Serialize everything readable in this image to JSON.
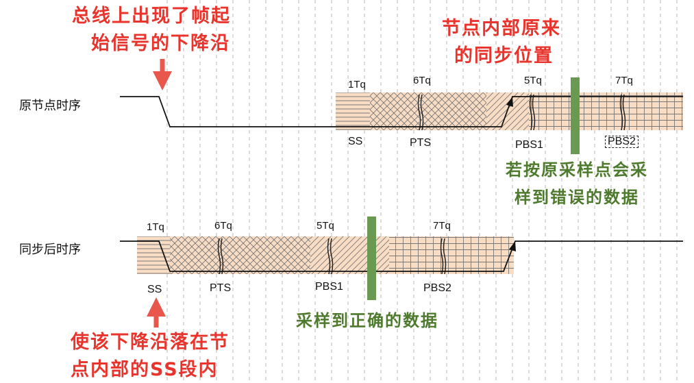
{
  "annotations": {
    "bus_frame_start_line1": "总线上出现了帧起",
    "bus_frame_start_line2": "始信号的下降沿",
    "original_sync_line1": "节点内部原来",
    "original_sync_line2": "的同步位置",
    "wrong_sample_line1": "若按原采样点会采",
    "wrong_sample_line2": "样到错误的数据",
    "correct_sample": "采样到正确的数据",
    "align_line1": "使该下降沿落在节",
    "align_line2": "点内部的SS段内"
  },
  "rows": {
    "original": "原节点时序",
    "synced": "同步后时序"
  },
  "original_segments": [
    {
      "tq": "1Tq",
      "name": "SS"
    },
    {
      "tq": "6Tq",
      "name": "PTS"
    },
    {
      "tq": "5Tq",
      "name": "PBS1"
    },
    {
      "tq": "7Tq",
      "name": "PBS2"
    }
  ],
  "synced_segments": [
    {
      "tq": "1Tq",
      "name": "SS"
    },
    {
      "tq": "6Tq",
      "name": "PTS"
    },
    {
      "tq": "5Tq",
      "name": "PBS1"
    },
    {
      "tq": "7Tq",
      "name": "PBS2"
    }
  ],
  "colors": {
    "segment_fill": "#f9dcc4",
    "annotation_red": "#e8342c",
    "annotation_green": "#4e7a2e",
    "sample_bar": "#6a9a52"
  }
}
